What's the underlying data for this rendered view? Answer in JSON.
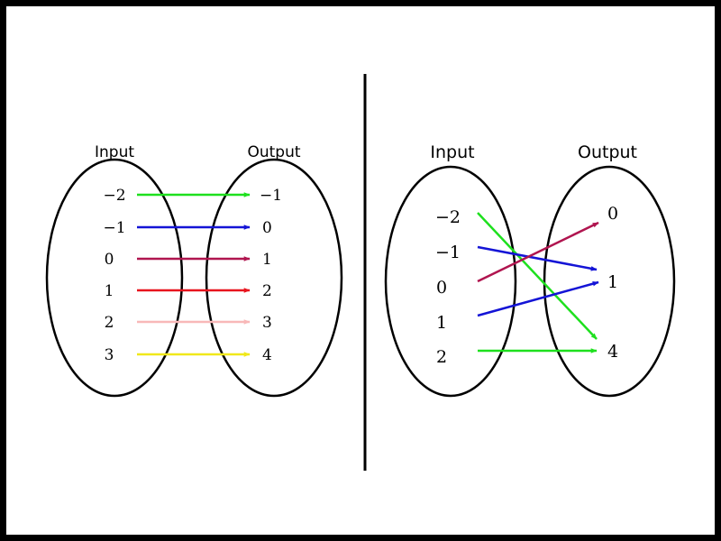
{
  "left_diagram": {
    "input_title": "Input",
    "output_title": "Output",
    "inputs": [
      "−2",
      "−1",
      "0",
      "1",
      "2",
      "3"
    ],
    "outputs": [
      "−1",
      "0",
      "1",
      "2",
      "3",
      "4"
    ],
    "mappings": [
      {
        "from": 0,
        "to": 0,
        "color": "#1ee01e"
      },
      {
        "from": 1,
        "to": 1,
        "color": "#1414d6"
      },
      {
        "from": 2,
        "to": 2,
        "color": "#b0154f"
      },
      {
        "from": 3,
        "to": 3,
        "color": "#e8141e"
      },
      {
        "from": 4,
        "to": 4,
        "color": "#f8b8b8"
      },
      {
        "from": 5,
        "to": 5,
        "color": "#f0e81a"
      }
    ]
  },
  "right_diagram": {
    "input_title": "Input",
    "output_title": "Output",
    "inputs": [
      "−2",
      "−1",
      "0",
      "1",
      "2"
    ],
    "outputs": [
      "0",
      "1",
      "4"
    ],
    "mappings": [
      {
        "from": 0,
        "to": 2,
        "color": "#1ee01e"
      },
      {
        "from": 1,
        "to": 1,
        "color": "#1414d6"
      },
      {
        "from": 2,
        "to": 0,
        "color": "#b0154f"
      },
      {
        "from": 3,
        "to": 1,
        "color": "#1414d6"
      },
      {
        "from": 4,
        "to": 2,
        "color": "#1ee01e"
      }
    ]
  }
}
